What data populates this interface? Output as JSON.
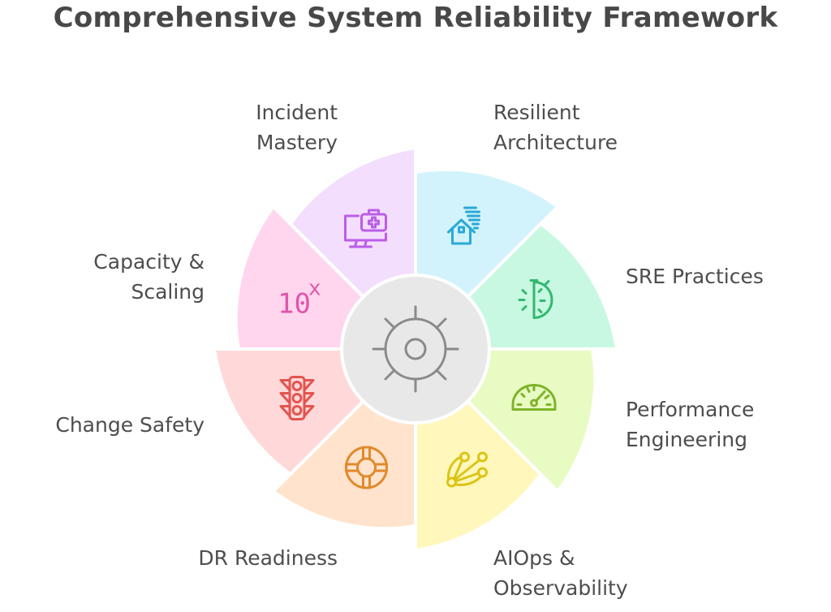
{
  "title": "Comprehensive System Reliability Framework",
  "center": {
    "icon": "gear-sun-icon",
    "fill": "#e8e8e8",
    "stroke": "#8a8a8a"
  },
  "segments": [
    {
      "id": "resilient-architecture",
      "lines": [
        "Resilient",
        "Architecture"
      ],
      "icon": "house-storm-icon",
      "fill": "#d2f3fc",
      "stroke": "#2aa9d6"
    },
    {
      "id": "sre-practices",
      "lines": [
        "SRE Practices"
      ],
      "icon": "stopwatch-icon",
      "fill": "#c8f8e2",
      "stroke": "#34b870"
    },
    {
      "id": "performance-engineering",
      "lines": [
        "Performance",
        "Engineering"
      ],
      "icon": "speedometer-icon",
      "fill": "#e8fbc2",
      "stroke": "#7eb32a"
    },
    {
      "id": "aiops-observability",
      "lines": [
        "AIOps &",
        "Observability"
      ],
      "icon": "network-nodes-icon",
      "fill": "#fff7bc",
      "stroke": "#dcc414"
    },
    {
      "id": "dr-readiness",
      "lines": [
        "DR Readiness"
      ],
      "icon": "lifebuoy-icon",
      "fill": "#ffe3cc",
      "stroke": "#e08a2c"
    },
    {
      "id": "change-safety",
      "lines": [
        "Change Safety"
      ],
      "icon": "traffic-light-icon",
      "fill": "#ffd9d9",
      "stroke": "#e4544f"
    },
    {
      "id": "capacity-scaling",
      "lines": [
        "Capacity &",
        "Scaling"
      ],
      "icon": "ten-x-icon",
      "icon_text": "10",
      "icon_sup": "x",
      "fill": "#ffd6ee",
      "stroke": "#e056ac"
    },
    {
      "id": "incident-mastery",
      "lines": [
        "Incident",
        "Mastery"
      ],
      "icon": "monitor-medkit-icon",
      "fill": "#f3defe",
      "stroke": "#bb5ee6"
    }
  ]
}
